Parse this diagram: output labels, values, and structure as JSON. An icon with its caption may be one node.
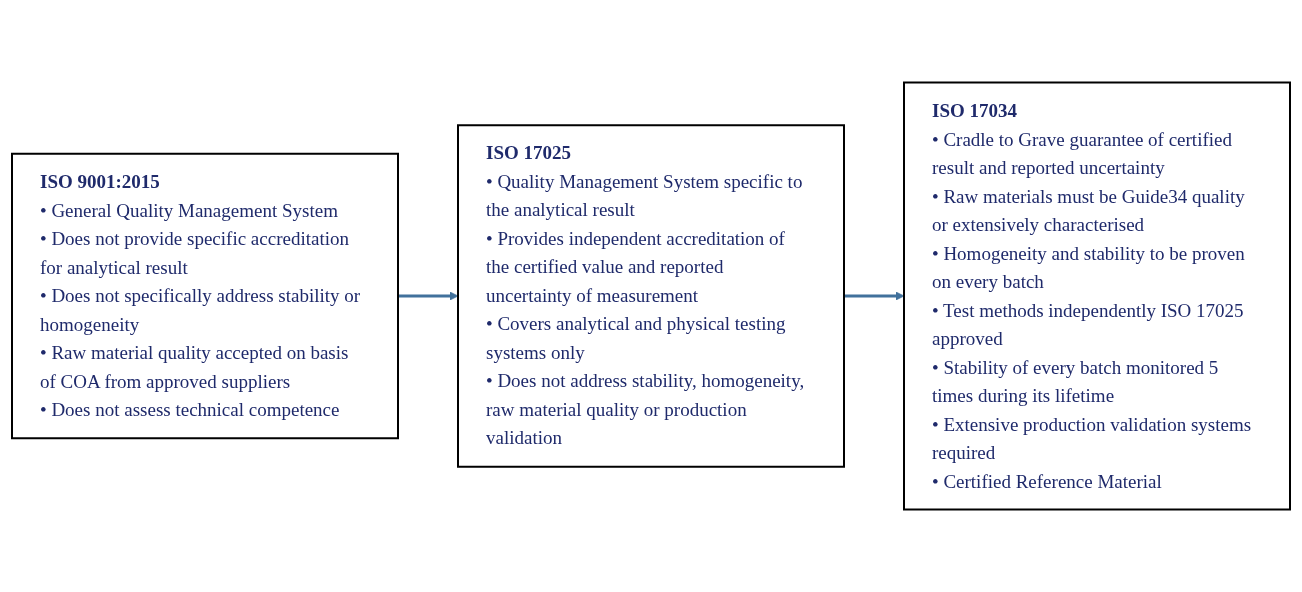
{
  "diagram": {
    "nodes": [
      {
        "text": [
          "ISO 9001:2015",
          "• General Quality Management System",
          "• Does not provide specific accreditation for analytical result",
          "• Does not specifically address stability or homogeneity",
          "• Raw material quality accepted on basis of COA from approved suppliers",
          "• Does not assess technical competence"
        ]
      },
      {
        "text": [
          "ISO 17025",
          "• Quality Management System specific to the analytical result",
          "• Provides independent accreditation of the certified value and reported uncertainty of measurement",
          "• Covers analytical and physical testing systems only",
          "• Does not address stability, homogeneity, raw material quality or production validation"
        ]
      },
      {
        "text": [
          "ISO 17034",
          "• Cradle to Grave guarantee of certified result and reported uncertainty",
          "• Raw materials must be Guide34 quality or extensively characterised",
          "• Homogeneity and stability to be proven on every batch",
          "• Test methods independently ISO 17025 approved",
          "• Stability of every batch monitored 5 times during its lifetime",
          "• Extensive production validation systems required",
          "• Certified Reference Material"
        ]
      }
    ],
    "edges": [
      {
        "from": 0,
        "to": 1,
        "arrow": "to"
      },
      {
        "from": 1,
        "to": 2,
        "arrow": "to"
      }
    ]
  }
}
